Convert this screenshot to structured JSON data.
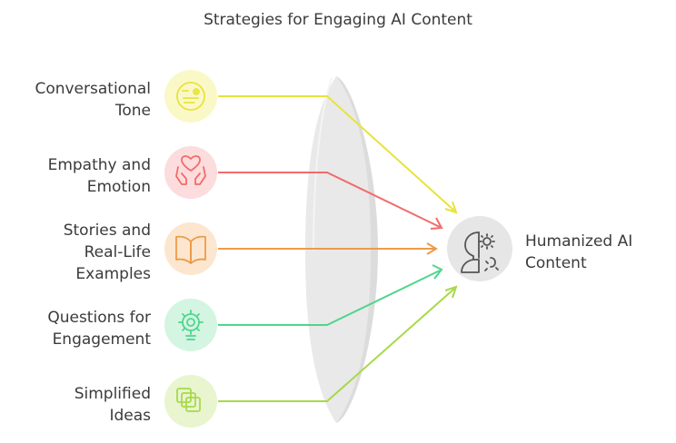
{
  "title": "Strategies for Engaging AI Content",
  "strategies": [
    {
      "label_lines": [
        "Conversational",
        "Tone"
      ],
      "icon": "winking-face-icon",
      "color": "#e8e33c",
      "bg": "#fbf8c7"
    },
    {
      "label_lines": [
        "Empathy and",
        "Emotion"
      ],
      "icon": "heart-hands-icon",
      "color": "#f26b6b",
      "bg": "#fcdcdc"
    },
    {
      "label_lines": [
        "Stories and",
        "Real-Life",
        "Examples"
      ],
      "icon": "open-book-icon",
      "color": "#ee9a4a",
      "bg": "#fde6cf"
    },
    {
      "label_lines": [
        "Questions for",
        "Engagement"
      ],
      "icon": "lightbulb-gear-icon",
      "color": "#4fd58e",
      "bg": "#d3f5e2"
    },
    {
      "label_lines": [
        "Simplified",
        "Ideas"
      ],
      "icon": "stacked-squares-icon",
      "color": "#a7d94a",
      "bg": "#e8f5cf"
    }
  ],
  "target": {
    "label_lines": [
      "Humanized AI",
      "Content"
    ],
    "icon": "human-ai-head-icon",
    "color": "#555555",
    "bg": "#e6e6e6"
  }
}
